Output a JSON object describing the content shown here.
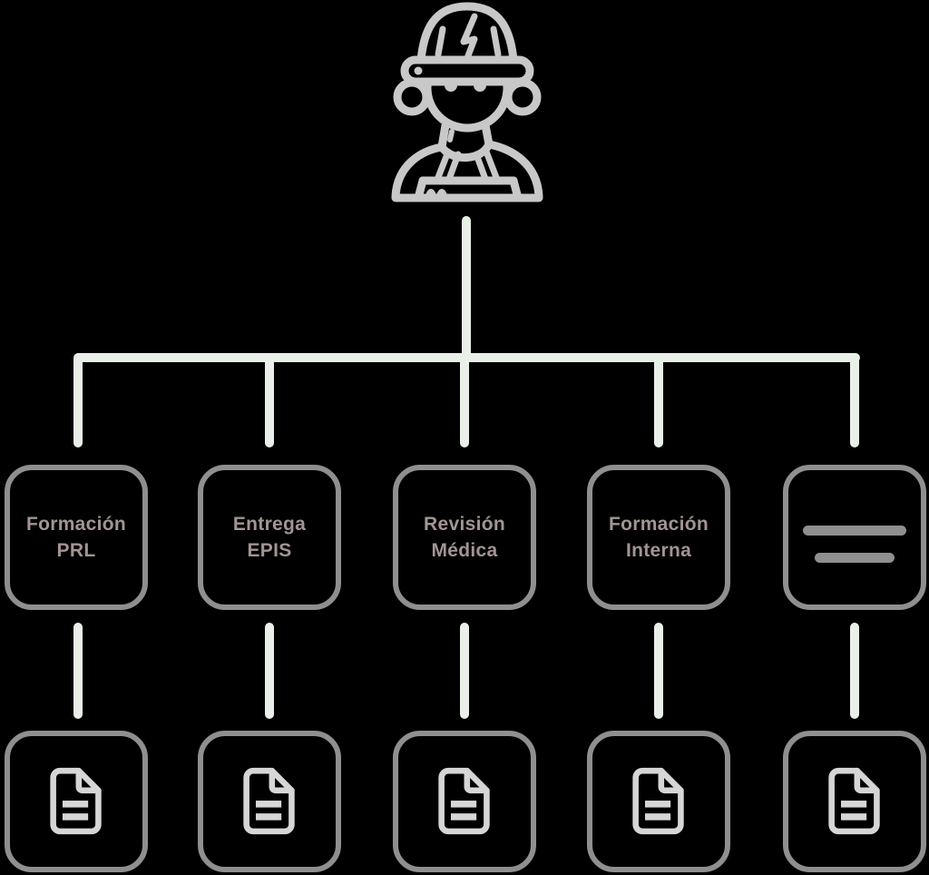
{
  "palette": {
    "background": "#000000",
    "connector_line": "#e8f0e8",
    "box_border": "#8f8f8f",
    "label_text": "#a39494",
    "person_icon_color": "#c8c8c8",
    "document_icon_color": "#d6d6d6",
    "equals_icon_color": "#8f8f8f"
  },
  "root": {
    "icon": "construction-worker-icon"
  },
  "columns": [
    {
      "label_line1": "Formación",
      "label_line2": "PRL",
      "child_icon": "document-icon"
    },
    {
      "label_line1": "Entrega",
      "label_line2": "EPIS",
      "child_icon": "document-icon"
    },
    {
      "label_line1": "Revisión",
      "label_line2": "Médica",
      "child_icon": "document-icon"
    },
    {
      "label_line1": "Formación",
      "label_line2": "Interna",
      "child_icon": "document-icon"
    },
    {
      "label_line1": "",
      "label_line2": "",
      "icon": "equals-lines-icon",
      "child_icon": "document-icon"
    }
  ]
}
